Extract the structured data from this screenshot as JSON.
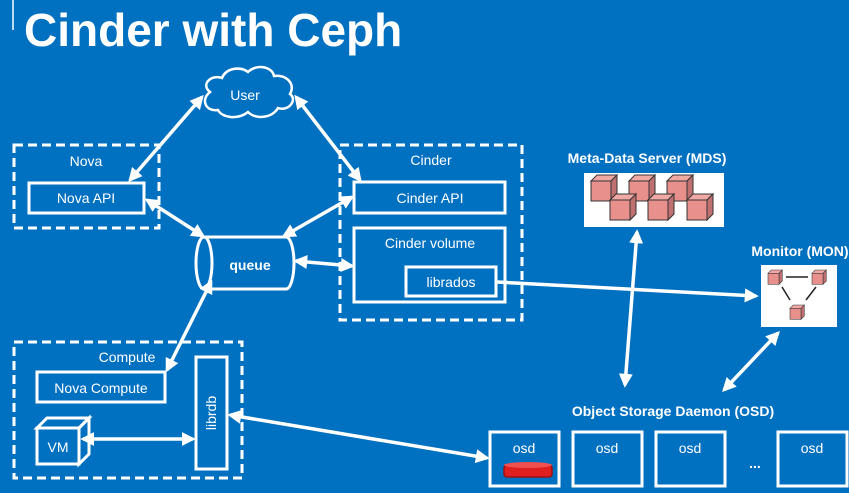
{
  "title": "Cinder with Ceph",
  "colors": {
    "background": "#0070C0",
    "foreground": "#FFFFFF",
    "cube": "#E8908C",
    "disk": "#E02020"
  },
  "user": {
    "label": "User"
  },
  "nova": {
    "group_label": "Nova",
    "api_label": "Nova API"
  },
  "queue": {
    "label": "queue"
  },
  "cinder": {
    "group_label": "Cinder",
    "api_label": "Cinder API",
    "volume_label": "Cinder volume",
    "librados_label": "librados"
  },
  "compute": {
    "group_label": "Compute",
    "nova_compute_label": "Nova Compute",
    "vm_label": "VM",
    "librdb_label": "librdb"
  },
  "mds": {
    "label": "Meta-Data Server (MDS)"
  },
  "mon": {
    "label": "Monitor (MON)"
  },
  "osd": {
    "label": "Object Storage Daemon (OSD)",
    "nodes": [
      "osd",
      "osd",
      "osd",
      "osd"
    ],
    "ellipsis": "..."
  }
}
